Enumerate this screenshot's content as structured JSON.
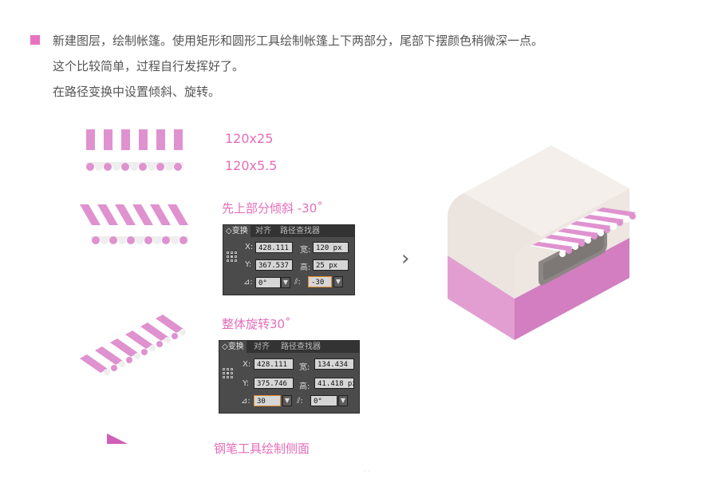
{
  "instructions": {
    "line1": "新建图层，绘制帐篷。使用矩形和圆形工具绘制帐篷上下两部分，尾部下摆颜色稍微深一点。",
    "line2": "这个比较简单，过程自行发挥好了。",
    "line3": "在路径变换中设置倾斜、旋转。"
  },
  "labels": {
    "size_top": "120x25",
    "size_bottom": "120x5.5",
    "skew_caption": "先上部分倾斜 -30˚",
    "rotate_caption": "整体旋转30˚",
    "pen_caption": "钢笔工具绘制侧面"
  },
  "panel1": {
    "tabs": [
      "变换",
      "对齐",
      "路径查找器"
    ],
    "x_label": "X:",
    "x_value": "428.111 ‹",
    "y_label": "Y:",
    "y_value": "367.537 ‹",
    "w_label": "宽:",
    "w_value": "120 px",
    "h_label": "高:",
    "h_value": "25 px",
    "rotate_value": "0°",
    "shear_value": "-30"
  },
  "panel2": {
    "tabs": [
      "变换",
      "对齐",
      "路径查找器"
    ],
    "x_label": "X:",
    "x_value": "428.111 ‹",
    "y_label": "Y:",
    "y_value": "375.746 ‹",
    "w_label": "宽:",
    "w_value": "134.434 ‹",
    "h_label": "高:",
    "h_value": "41.418 px",
    "rotate_value": "30",
    "shear_value": "0°"
  },
  "icons": {
    "bullet": "square-bullet-icon",
    "next": "chevron-right-icon",
    "rotate": "rotate-angle-icon",
    "shear": "shear-angle-icon",
    "reference_point": "reference-point-grid-icon"
  },
  "colors": {
    "accent": "#e46db8",
    "stripe": "#e08fcd",
    "shop_top": "#f1ebe7",
    "shop_side": "#e9e2dd",
    "shop_base_front": "#e29ed0",
    "shop_base_side": "#d27ec0"
  }
}
